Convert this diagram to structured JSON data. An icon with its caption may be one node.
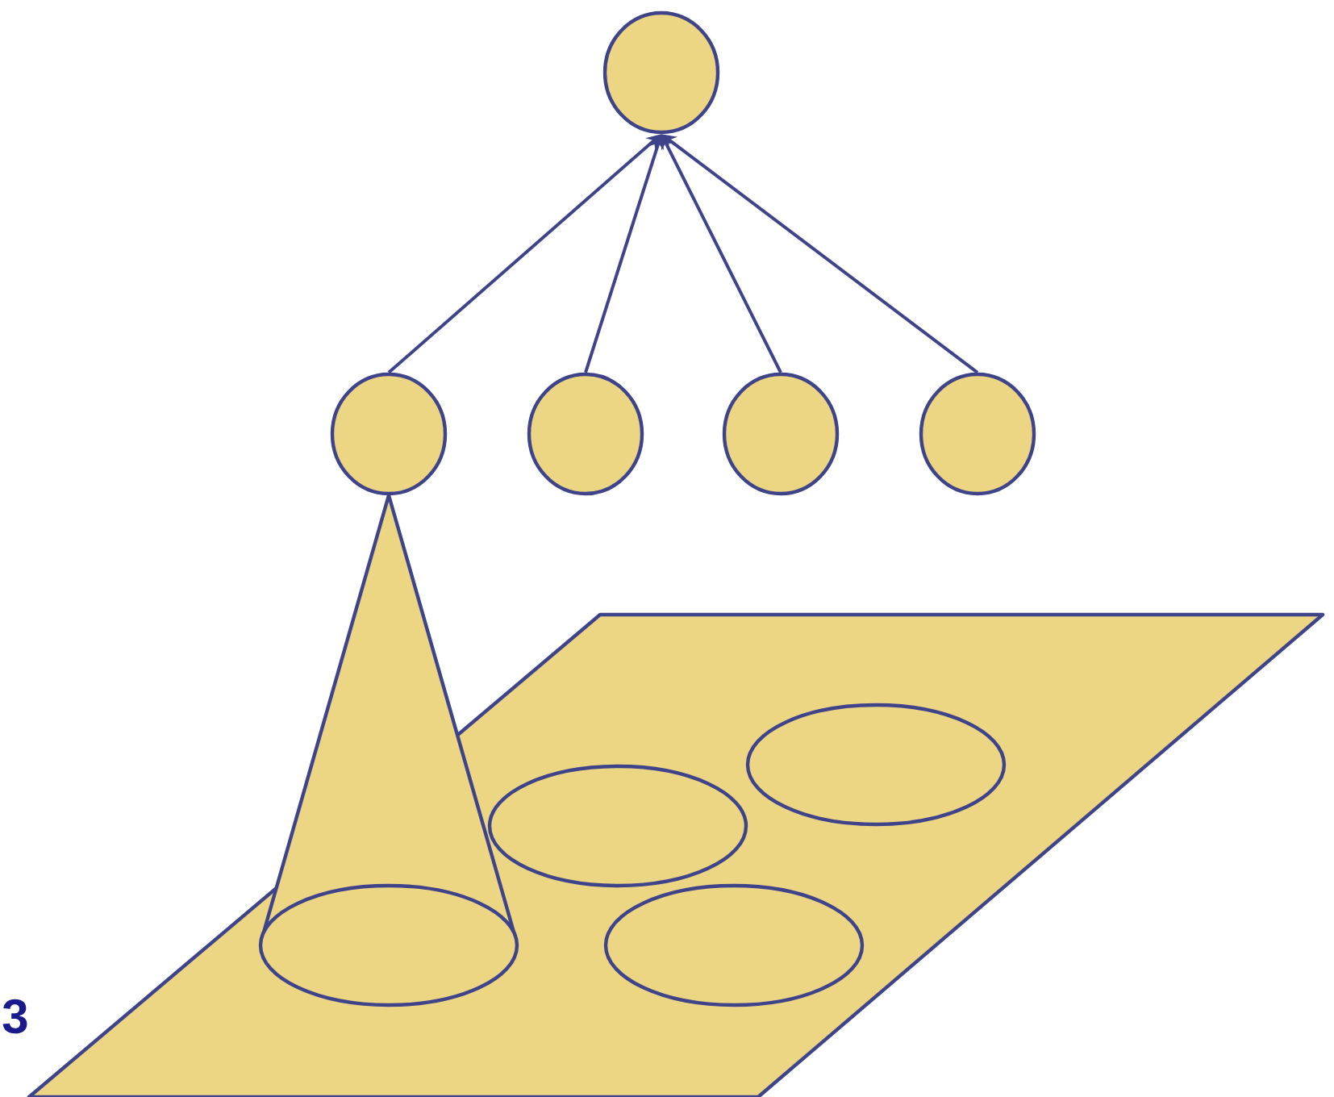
{
  "diagram": {
    "nodes": [
      {
        "text": [],
        "shape": "circle"
      },
      {
        "text": [],
        "shape": "circle"
      },
      {
        "text": [],
        "shape": "circle"
      },
      {
        "text": [],
        "shape": "circle"
      },
      {
        "text": [],
        "shape": "circle"
      },
      {
        "text": [],
        "shape": "parallelogram"
      },
      {
        "text": [],
        "shape": "ellipse",
        "in": 5
      },
      {
        "text": [],
        "shape": "ellipse",
        "in": 5
      },
      {
        "text": [],
        "shape": "ellipse",
        "in": 5
      },
      {
        "text": [],
        "shape": "ellipse",
        "in": 5
      }
    ],
    "edges": [
      {
        "from": 1,
        "to": 0,
        "arrow": "to"
      },
      {
        "from": 2,
        "to": 0,
        "arrow": "to"
      },
      {
        "from": 3,
        "to": 0,
        "arrow": "to"
      },
      {
        "from": 4,
        "to": 0,
        "arrow": "to"
      }
    ],
    "labels": [
      "3"
    ]
  }
}
